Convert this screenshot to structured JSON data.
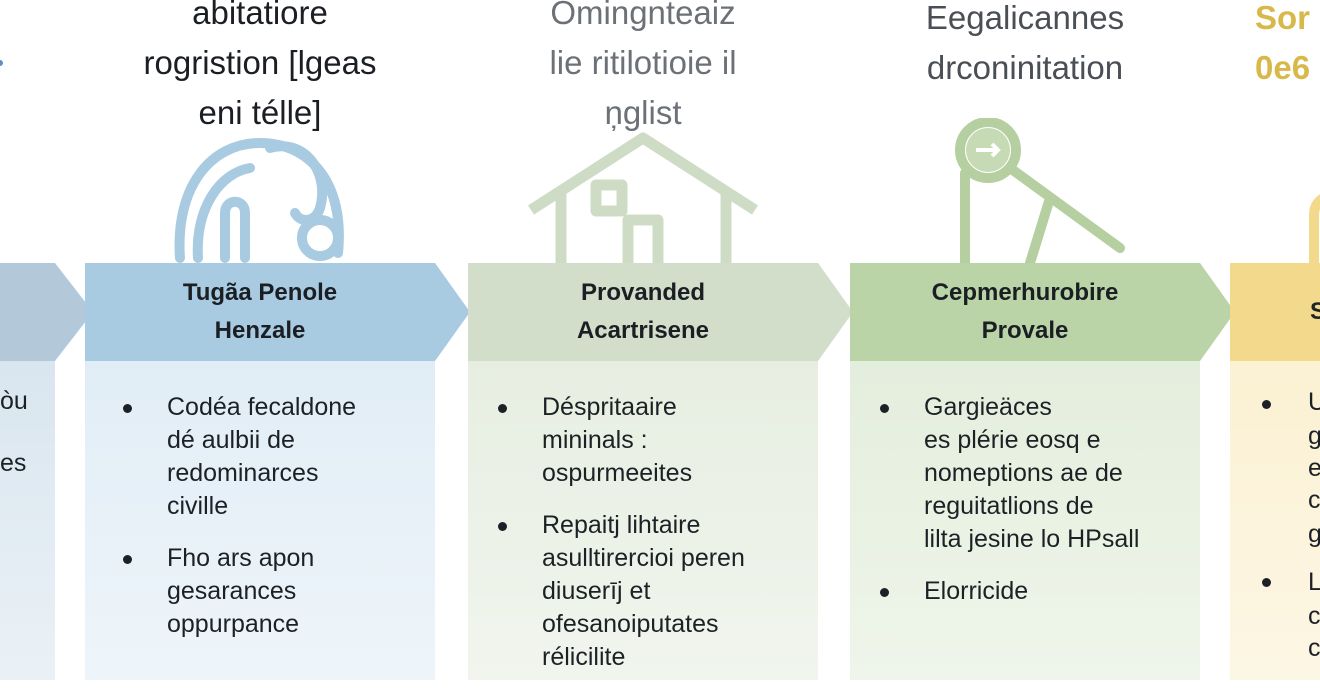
{
  "stages": [
    {
      "id": "stage-0",
      "header_lines": [],
      "banner_lines": [],
      "bullet_fragments": [
        "òu",
        "es"
      ],
      "color": "#a8c2d4"
    },
    {
      "id": "stage-1",
      "header_lines": [
        "abitatiore",
        "rogristion [lgeas",
        "eni télle]"
      ],
      "icon": "elephant-icon",
      "banner_lines": [
        "Tugãa Penole",
        "Henzale"
      ],
      "bullets": [
        [
          "Codéa fecaldone",
          "dé aulbii de",
          "redominarces",
          "civille"
        ],
        [
          "Fho ars apon",
          "gesarances",
          "oppurpance"
        ]
      ],
      "color": "#a9cbe2"
    },
    {
      "id": "stage-2",
      "header_lines": [
        "Omingnteaiz",
        "lie ritilotioie il",
        "ņglist"
      ],
      "icon": "house-icon",
      "banner_lines": [
        "Provanded",
        "Acartrisene"
      ],
      "bullets": [
        [
          "Déspritaaire",
          "mininals :",
          "ospurmeeites"
        ],
        [
          "Repaitj lihtaire",
          "asulltirercioi peren",
          "diuserīj et",
          "ofesanoiputates",
          "rélicilite"
        ]
      ],
      "color": "#cfdcc5"
    },
    {
      "id": "stage-3",
      "header_lines": [
        "Eegalicannes",
        "drconinitation"
      ],
      "icon": "magnifier-key-icon",
      "banner_lines": [
        "Cepmerhurobire",
        "Provale"
      ],
      "bullets": [
        [
          "Gargieäces",
          "es plérie eosq e",
          "nomeptions ae de",
          "reguitatlions de",
          "lilta jesine lo HPsall"
        ],
        [
          "Elorricide"
        ]
      ],
      "color": "#b9d2a6"
    },
    {
      "id": "stage-4",
      "header_lines": [
        "Sor",
        "0e6"
      ],
      "icon": "lock-icon",
      "banner_lines": [
        "S"
      ],
      "bullet_fragments": [
        "U",
        "g",
        "e",
        "c",
        "g",
        "L",
        "c",
        "c"
      ],
      "color": "#f3d98c"
    }
  ]
}
